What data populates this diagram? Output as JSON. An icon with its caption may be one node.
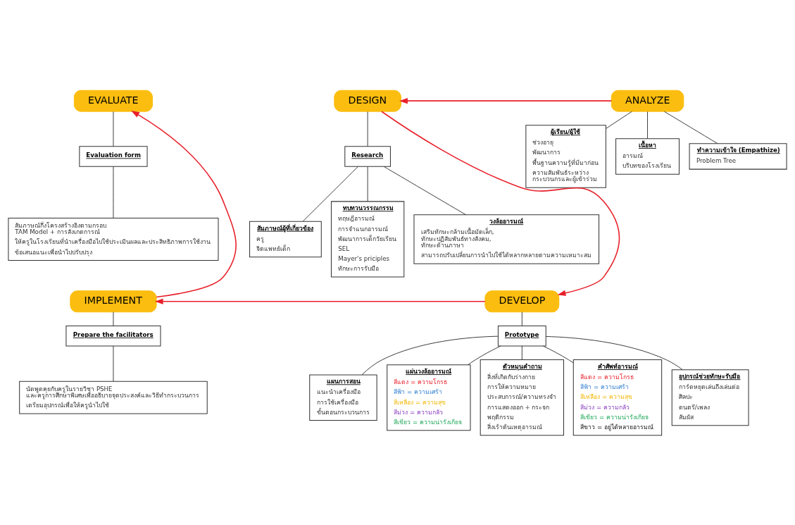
{
  "diagram": {
    "nodes": [
      {
        "text": [
          "ANALYZE"
        ]
      },
      {
        "text": [
          "ผู้เรียน/ผู้ใช้",
          "ช่วงอายุ",
          "พัฒนาการ",
          "พื้นฐานความรู้ที่มีมาก่อน",
          "ความสัมพันธ์ระหว่าง กระบวนกรและผู้เข้าร่วม"
        ]
      },
      {
        "text": [
          "เนื้อหา",
          "อารมณ์",
          "บริบทของโรงเรียน"
        ]
      },
      {
        "text": [
          "ทำความเข้าใจ (Empathize)",
          "Problem Tree"
        ]
      },
      {
        "text": [
          "DESIGN"
        ]
      },
      {
        "text": [
          "Research"
        ]
      },
      {
        "text": [
          "สัมภาษณ์ผู้ที่เกี่ยวข้อง",
          "ครู",
          "จิตแพทย์เด็ก"
        ]
      },
      {
        "text": [
          "ทบทวนวรรณกรรม",
          "ทฤษฎีอารมณ์",
          "การจำแนกอารมณ์",
          "พัฒนาการเด็กวัยเรียน",
          "SEL",
          "Mayer's priciples",
          "ทักษะการรับมือ"
        ]
      },
      {
        "text": [
          "วงล้ออารมณ์",
          "เสริมทักษะกล้ามเนื้อมัดเล็ก, ทักษะปฏิสัมพันธ์ทางสังคม, ทักษะด้านภาษา",
          "สามารถปรับเปลี่ยนการนำไปใช้ได้หลากหลายตามความเหมาะสม"
        ]
      },
      {
        "text": [
          "DEVELOP"
        ]
      },
      {
        "text": [
          "Prototype"
        ]
      },
      {
        "text": [
          "แผนการสอน",
          "แนะนำเครื่องมือ",
          "การใช้เครื่องมือ",
          "ขั้นตอนกระบวนการ"
        ]
      },
      {
        "text": [
          "แผ่นวงล้ออารมณ์",
          "สีแดง = ความโกรธ",
          "สีฟ้า = ความเศร้า",
          "สีเหลือง = ความสุข",
          "สีม่วง = ความกลัว",
          "สีเขียว = ความน่ารังเกียจ"
        ]
      },
      {
        "text": [
          "ตัวหมุนคำถาม",
          "สิ่งที่เกิดกับร่างกาย",
          "การให้ความหมาย",
          "ประสบการณ์/ความทรงจำ",
          "การแสดงออก + กระจก",
          "พฤติกรรม",
          "สิ่งเร้าต้นเหตุอารมณ์"
        ]
      },
      {
        "text": [
          "คำศัพท์อารมณ์",
          "สีแดง = ความโกรธ",
          "สีฟ้า = ความเศร้า",
          "สีเหลือง = ความสุข",
          "สีม่วง = ความกลัว",
          "สีเขียว = ความน่ารังเกียจ",
          "สีขาว = อยู่ได้หลายอารมณ์"
        ]
      },
      {
        "text": [
          "อุปกรณ์ช่วยทักษะรับมือ",
          "การ์ดหยุดเล่นถึงเล่นต่อ",
          "ศิลปะ",
          "ดนตรี/เพลง",
          "สัมผัส"
        ]
      },
      {
        "text": [
          "IMPLEMENT"
        ]
      },
      {
        "text": [
          "Prepare the facilitators"
        ]
      },
      {
        "text": [
          "นัดพูดคุยกับครูในรายวิชา PSHE และครูการศึกษาพิเศษเพื่ออธิบายจุดประสงค์และวิธีทำกระบวนการ",
          "เตรียมอุปกรณ์เพื่อให้ครูนำไปใช้"
        ]
      },
      {
        "text": [
          "EVALUATE"
        ]
      },
      {
        "text": [
          "Evaluation form"
        ]
      },
      {
        "text": [
          "สัมภาษณ์กึ่งโครงสร้างอิงตามกรอบ TAM Model + การสังเกตการณ์",
          "ให้ครูในโรงเรียนที่นำเครื่องมือไปใช้ประเมินผลและประสิทธิภาพการใช้งาน",
          "ข้อเสนอแนะเพื่อนำไปปรับปรุง"
        ]
      }
    ],
    "edges": [
      {
        "from": 0,
        "to": 4,
        "arrow": "to",
        "color": "#e8202a"
      },
      {
        "from": 0,
        "to": 1,
        "arrow": "none"
      },
      {
        "from": 0,
        "to": 2,
        "arrow": "none"
      },
      {
        "from": 0,
        "to": 3,
        "arrow": "none"
      },
      {
        "from": 4,
        "to": 5,
        "arrow": "none"
      },
      {
        "from": 5,
        "to": 6,
        "arrow": "none"
      },
      {
        "from": 5,
        "to": 7,
        "arrow": "none"
      },
      {
        "from": 5,
        "to": 8,
        "arrow": "none"
      },
      {
        "from": 4,
        "to": 9,
        "arrow": "to",
        "color": "#e8202a"
      },
      {
        "from": 9,
        "to": 10,
        "arrow": "none"
      },
      {
        "from": 10,
        "to": 11,
        "arrow": "none"
      },
      {
        "from": 10,
        "to": 12,
        "arrow": "none"
      },
      {
        "from": 10,
        "to": 13,
        "arrow": "none"
      },
      {
        "from": 10,
        "to": 14,
        "arrow": "none"
      },
      {
        "from": 10,
        "to": 15,
        "arrow": "none"
      },
      {
        "from": 9,
        "to": 16,
        "arrow": "to",
        "color": "#e8202a"
      },
      {
        "from": 16,
        "to": 17,
        "arrow": "none"
      },
      {
        "from": 17,
        "to": 18,
        "arrow": "none"
      },
      {
        "from": 16,
        "to": 19,
        "arrow": "to",
        "color": "#e8202a"
      },
      {
        "from": 19,
        "to": 20,
        "arrow": "none"
      },
      {
        "from": 20,
        "to": 21,
        "arrow": "none"
      }
    ]
  }
}
